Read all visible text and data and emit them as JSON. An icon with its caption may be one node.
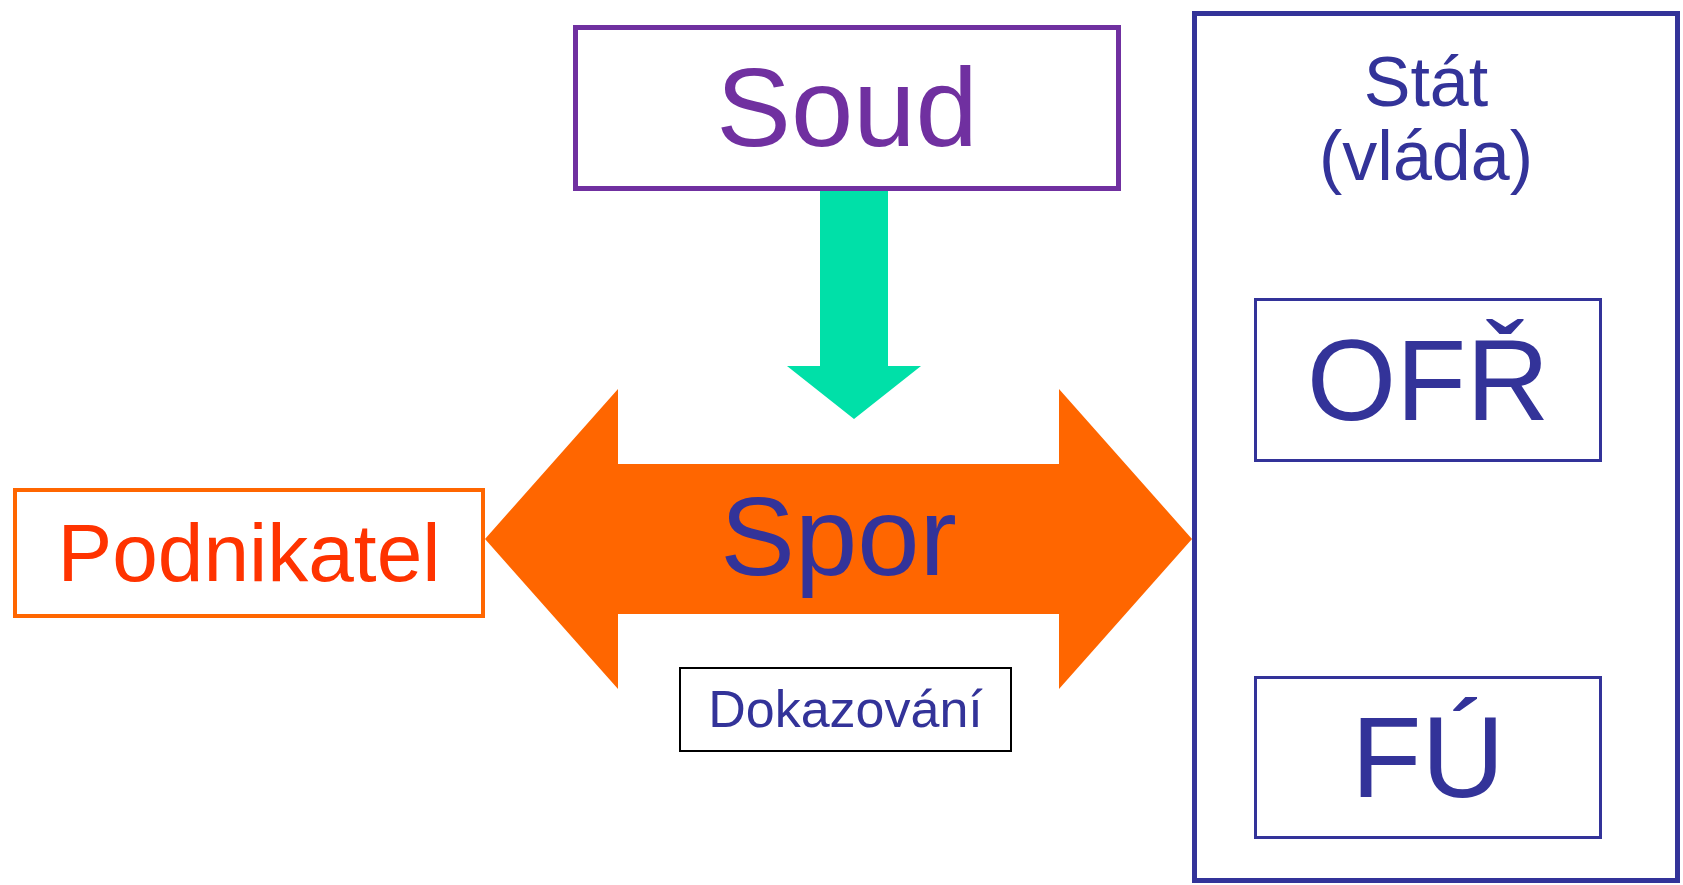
{
  "diagram": {
    "nodes": [
      {
        "text": [
          "Soud"
        ]
      },
      {
        "text": [
          "Podnikatel"
        ]
      },
      {
        "text": [
          "Dokazování"
        ]
      },
      {
        "text": [
          "Stát (vláda)"
        ]
      },
      {
        "text": [
          "OFŘ"
        ],
        "in": 3
      },
      {
        "text": [
          "FÚ"
        ],
        "in": 3
      }
    ],
    "edges": [
      {
        "from": 0,
        "to": null,
        "arrow": "to",
        "style": "thick",
        "color": "#00e0a8"
      },
      {
        "from": 1,
        "to": 3,
        "arrow": "both",
        "label": "Spor",
        "style": "thick",
        "color": "#ff6600"
      }
    ]
  }
}
